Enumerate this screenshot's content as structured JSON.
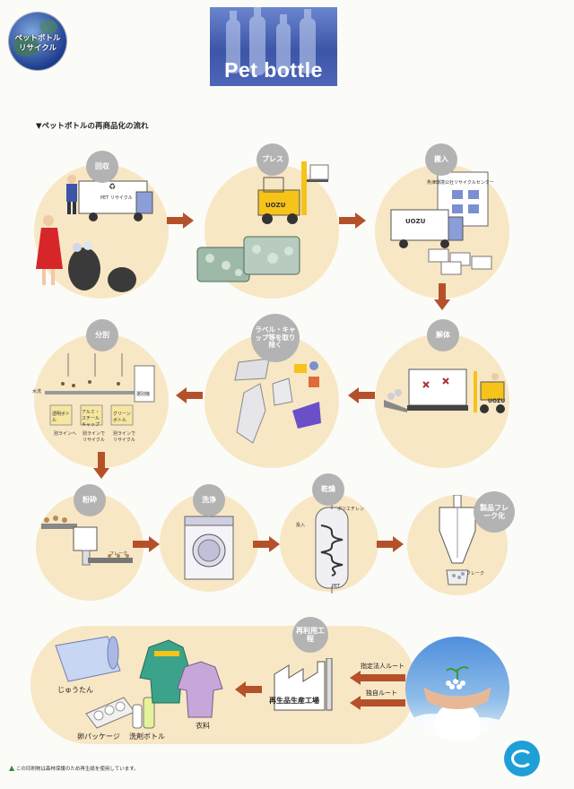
{
  "header": {
    "globe_title_line1": "ペットボトル",
    "globe_title_line2": "リサイクル",
    "banner_title": "Pet bottle",
    "section_title": "ペットボトルの再商品化の流れ"
  },
  "steps": {
    "collect": "回収",
    "press": "プレス",
    "deliver": "搬入",
    "dismantle": "解体",
    "remove_labels": "ラベル・キャップ等を取り除く",
    "sort": "分別",
    "crush": "粉砕",
    "wash": "洗浄",
    "dry": "乾燥",
    "flake": "製品フレーク化",
    "reuse": "再利用工程"
  },
  "labels": {
    "truck_logo": "PET リサイクル",
    "forklift_brand": "UOZU",
    "truck_brand": "UOZU",
    "center_name": "魚津環境公社リサイクルセンター",
    "sort_wash": "水洗",
    "sort_bin1": "透明ボトル",
    "sort_bin2": "アルミ・スチールキャップ",
    "sort_bin3": "グリーンボトル",
    "sort_foreign": "選別機",
    "sort_out1": "別ラインへ",
    "sort_out2": "別ラインでリサイクル",
    "sort_out3": "別ラインでリサイクル",
    "crush_flake": "フレーク",
    "dry_in": "投入",
    "dry_top": "ポリエチレン",
    "dry_bottom": "PET",
    "flake_out": "フレーク",
    "factory": "再生品生産工場",
    "route1": "指定法人ルート",
    "route2": "独自ルート",
    "product_carpet": "じゅうたん",
    "product_egg": "卵パッケージ",
    "product_bottle": "洗剤ボトル",
    "product_clothes": "衣料"
  },
  "footer": {
    "note": "この印刷物は森林保護のため再生紙を使用しています。"
  },
  "colors": {
    "circle_fill": "#f8e7c4",
    "arrow": "#b5512a",
    "bubble": "#b3b3b3",
    "truck_yellow": "#f6c318",
    "banner_blue": "#3c55a8"
  }
}
